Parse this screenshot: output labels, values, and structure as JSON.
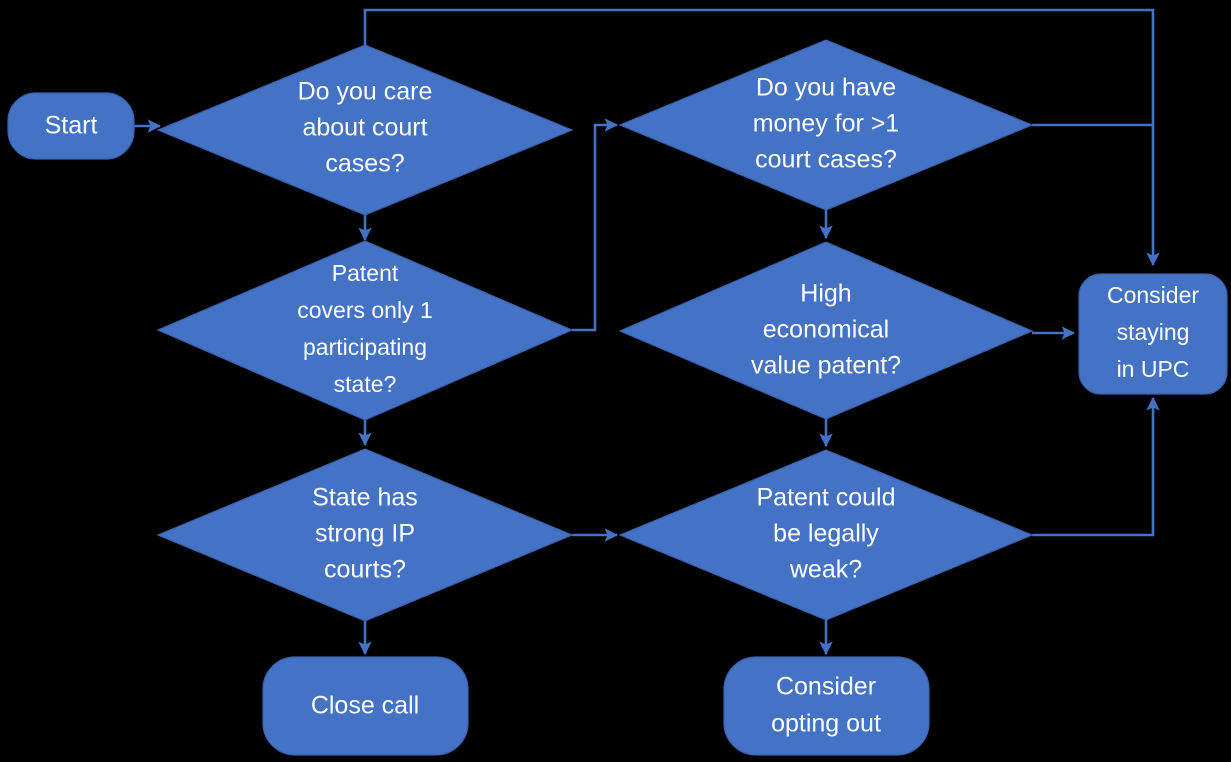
{
  "diagram": {
    "title": "UPC opt-out decision flowchart",
    "type": "flowchart",
    "background_color": "#000000",
    "shape_fill_color": "#4472C4",
    "shape_stroke_color": "#3A62AD",
    "connector_color": "#4472C4",
    "text_color": "#FFFFFF"
  },
  "nodes": {
    "start": {
      "id": "start",
      "shape": "rounded-terminator",
      "lines": [
        "Start"
      ],
      "label": "Start"
    },
    "care_court_cases": {
      "id": "care_court_cases",
      "shape": "diamond",
      "lines": [
        "Do you care",
        "about court",
        "cases?"
      ],
      "label": "Do you care about court cases?"
    },
    "money_court_cases": {
      "id": "money_court_cases",
      "shape": "diamond",
      "lines": [
        "Do you have",
        "money for >1",
        "court cases?"
      ],
      "label": "Do you have money for >1 court cases?"
    },
    "patent_one_state": {
      "id": "patent_one_state",
      "shape": "diamond",
      "lines": [
        "Patent",
        "covers only 1",
        "participating",
        "state?"
      ],
      "label": "Patent covers only 1 participating state?"
    },
    "high_value_patent": {
      "id": "high_value_patent",
      "shape": "diamond",
      "lines": [
        "High",
        "economical",
        "value patent?"
      ],
      "label": "High economical value patent?"
    },
    "strong_ip_courts": {
      "id": "strong_ip_courts",
      "shape": "diamond",
      "lines": [
        "State has",
        "strong IP",
        "courts?"
      ],
      "label": "State has strong IP courts?"
    },
    "legally_weak": {
      "id": "legally_weak",
      "shape": "diamond",
      "lines": [
        "Patent could",
        "be legally",
        "weak?"
      ],
      "label": "Patent could be legally weak?"
    },
    "stay_in_upc": {
      "id": "stay_in_upc",
      "shape": "rounded-terminator",
      "lines": [
        "Consider",
        "staying",
        "in UPC"
      ],
      "label": "Consider staying in UPC"
    },
    "close_call": {
      "id": "close_call",
      "shape": "rounded-terminator",
      "lines": [
        "Close call"
      ],
      "label": "Close call"
    },
    "opting_out": {
      "id": "opting_out",
      "shape": "rounded-terminator",
      "lines": [
        "Consider",
        "opting out"
      ],
      "label": "Consider opting out"
    }
  },
  "edges": [
    {
      "id": "e-start-care",
      "from": "start",
      "to": "care_court_cases",
      "label": ""
    },
    {
      "id": "e-care-top-loop",
      "from": "care_court_cases",
      "to": "stay_in_upc",
      "label": ""
    },
    {
      "id": "e-care-patent",
      "from": "care_court_cases",
      "to": "patent_one_state",
      "label": ""
    },
    {
      "id": "e-patent-money",
      "from": "patent_one_state",
      "to": "money_court_cases",
      "label": ""
    },
    {
      "id": "e-patent-courts",
      "from": "patent_one_state",
      "to": "strong_ip_courts",
      "label": ""
    },
    {
      "id": "e-money-upc",
      "from": "money_court_cases",
      "to": "stay_in_upc",
      "label": ""
    },
    {
      "id": "e-money-value",
      "from": "money_court_cases",
      "to": "high_value_patent",
      "label": ""
    },
    {
      "id": "e-value-upc",
      "from": "high_value_patent",
      "to": "stay_in_upc",
      "label": ""
    },
    {
      "id": "e-value-weak",
      "from": "high_value_patent",
      "to": "legally_weak",
      "label": ""
    },
    {
      "id": "e-courts-weak",
      "from": "strong_ip_courts",
      "to": "legally_weak",
      "label": ""
    },
    {
      "id": "e-courts-close",
      "from": "strong_ip_courts",
      "to": "close_call",
      "label": ""
    },
    {
      "id": "e-weak-upc",
      "from": "legally_weak",
      "to": "stay_in_upc",
      "label": ""
    },
    {
      "id": "e-weak-opt",
      "from": "legally_weak",
      "to": "opting_out",
      "label": ""
    }
  ]
}
